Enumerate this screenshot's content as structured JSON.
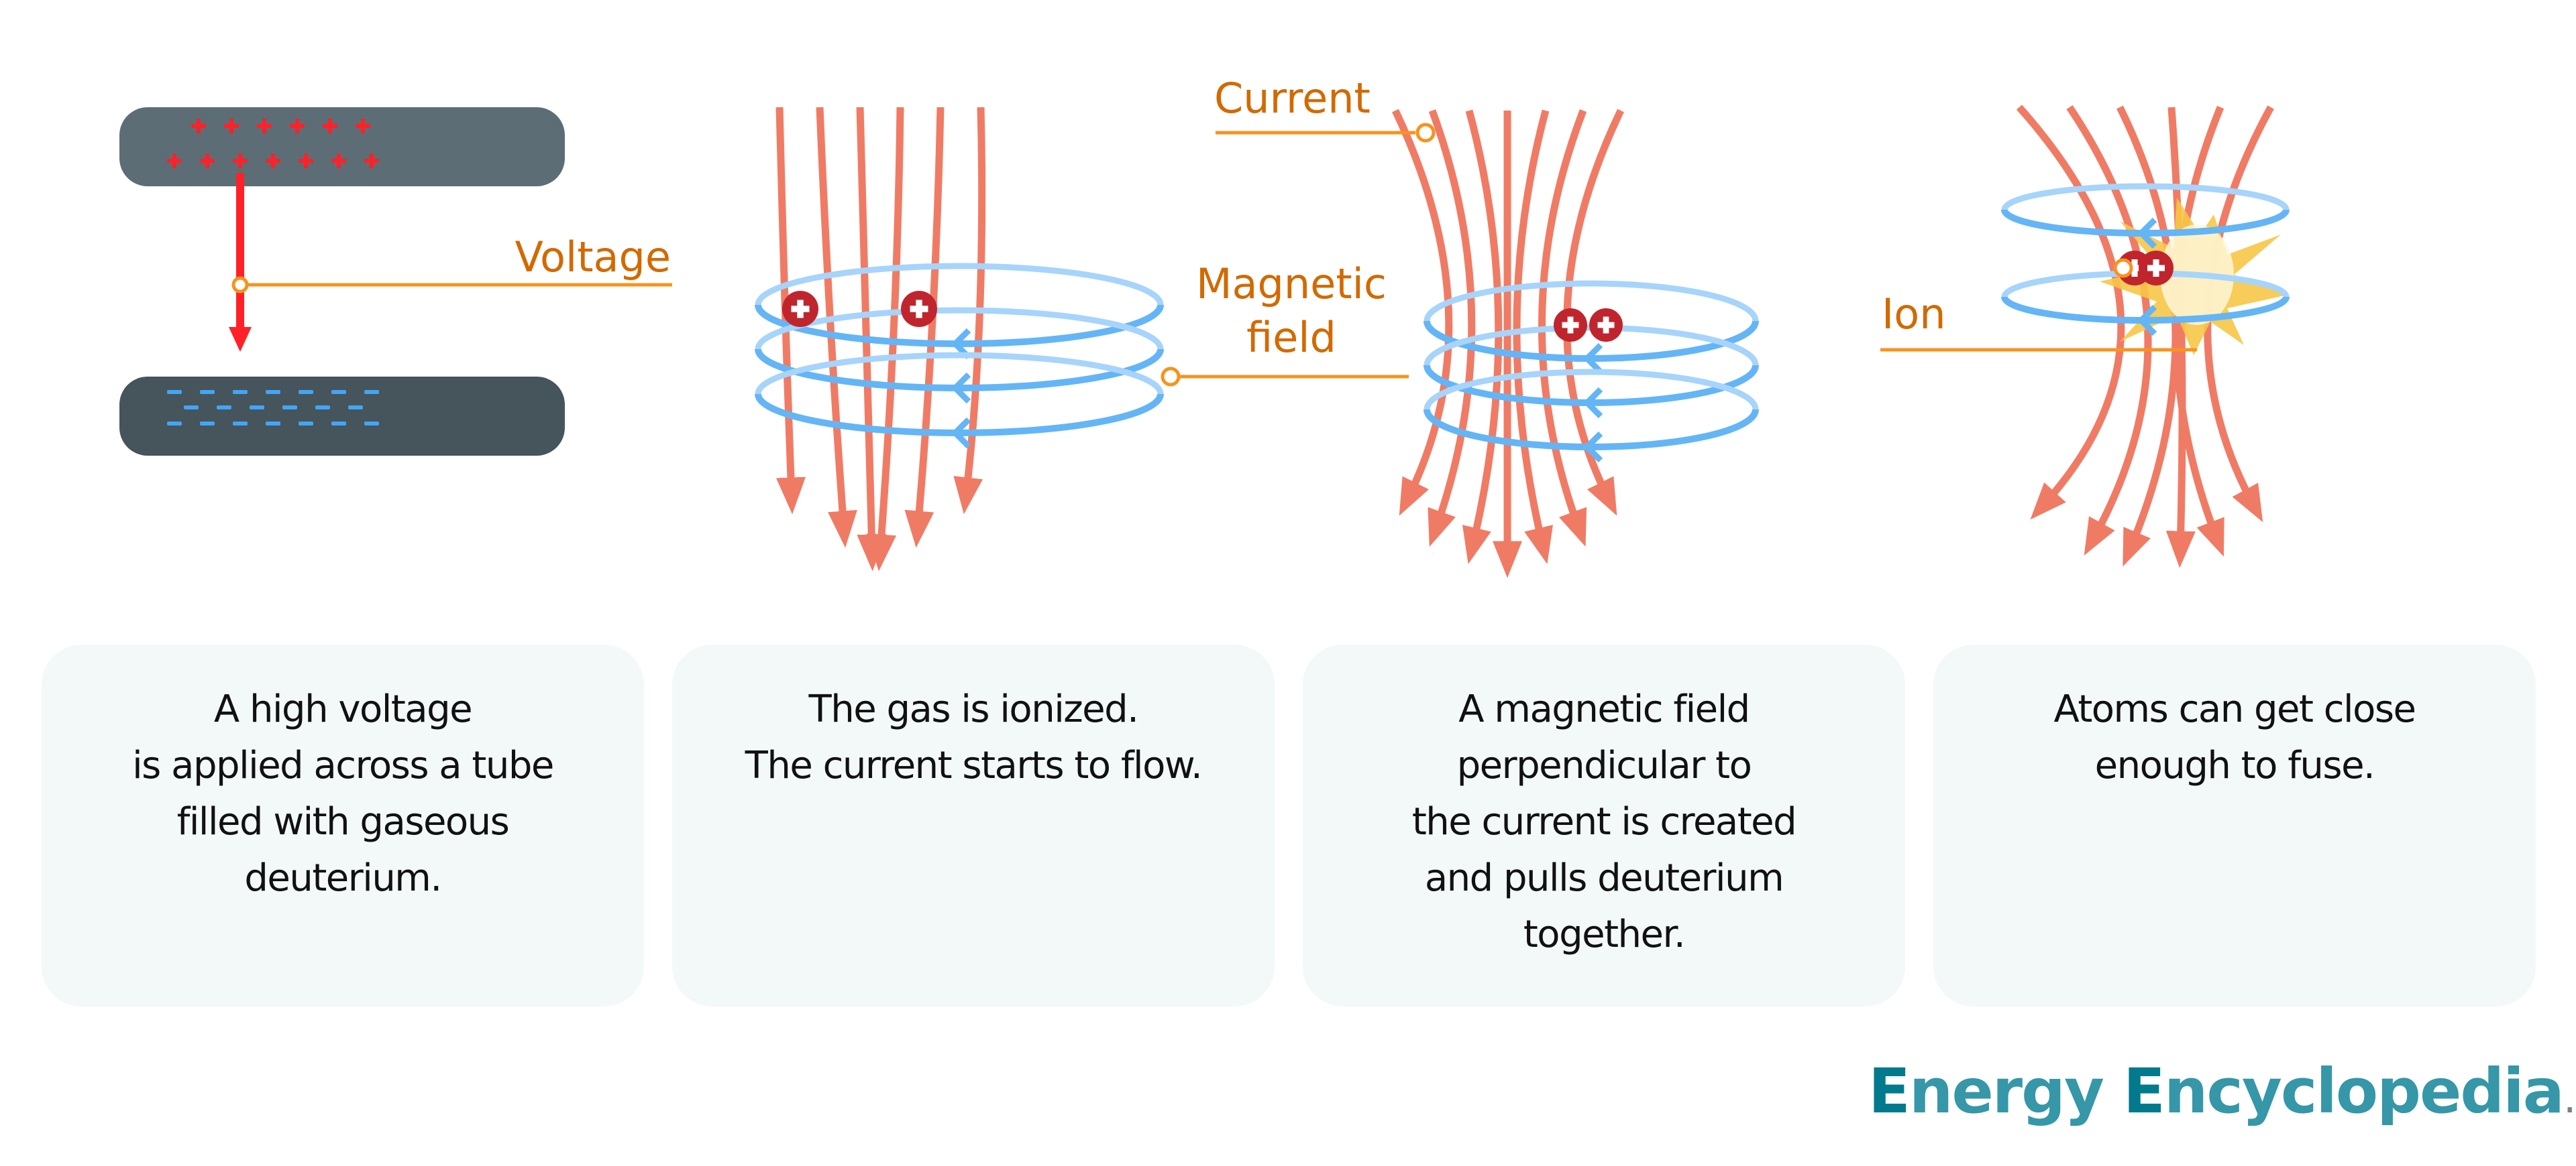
{
  "labels": {
    "voltage": "Voltage",
    "current": "Current",
    "magnetic_field": [
      "Magnetic",
      "field"
    ],
    "ion": "Ion"
  },
  "charge_symbols": {
    "positive": "+",
    "negative": "−"
  },
  "steps": [
    {
      "lines": [
        "A high voltage",
        "is applied across a tube",
        "filled with gaseous",
        "deuterium."
      ]
    },
    {
      "lines": [
        "The gas is ionized.",
        "The current starts to flow."
      ]
    },
    {
      "lines": [
        "A magnetic field",
        "perpendicular to",
        "the current is created",
        "and pulls deuterium",
        "together."
      ]
    },
    {
      "lines": [
        "Atoms can get close",
        "enough to fuse."
      ]
    }
  ],
  "brand": {
    "word1_cap": "E",
    "word1_rest": "nergy ",
    "word2_cap": "E",
    "word2_rest": "ncyclopedia",
    "domain": ".com"
  },
  "colors": {
    "positive_plate": "#5d6d76",
    "negative_plate": "#46545c",
    "positive_charge": "#ff2127",
    "negative_charge": "#42a5f5",
    "field_line": "#f07b65",
    "magnetic_ring": "#64b5f6",
    "magnetic_ring_back": "#a6d4fb",
    "label": "#d26a00",
    "leader": "#f7931e",
    "ion": "#c0252e",
    "card_bg": "#f3f8f8",
    "brand": "#3597a8",
    "brand_cap": "#007a8c"
  }
}
